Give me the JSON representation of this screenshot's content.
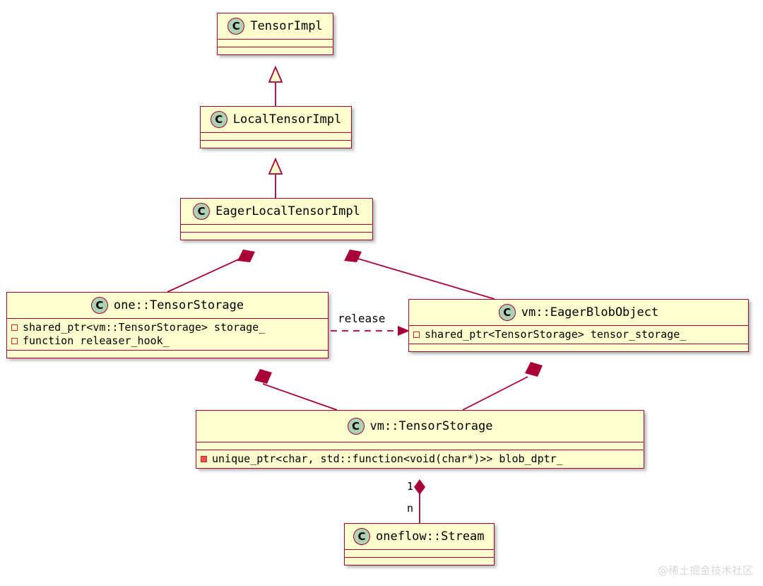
{
  "diagram": {
    "kind": "uml-class-diagram",
    "background": "#FFFFFF",
    "colors": {
      "box_fill": "#FEFECE",
      "box_border": "#A80036",
      "icon_fill": "#ADD1B2",
      "private_marker": "#C82930",
      "private_marker_filled": "#F24D5C",
      "watermark": "#D8D8D8"
    },
    "classes": [
      {
        "id": "tensor-impl",
        "stereotype": "C",
        "name": "TensorImpl",
        "attributes": [],
        "sections": 2
      },
      {
        "id": "local-tensor-impl",
        "stereotype": "C",
        "name": "LocalTensorImpl",
        "attributes": [],
        "sections": 2
      },
      {
        "id": "eager-local-tensor-impl",
        "stereotype": "C",
        "name": "EagerLocalTensorImpl",
        "attributes": [],
        "sections": 2
      },
      {
        "id": "one-tensor-storage",
        "stereotype": "C",
        "name": "one::TensorStorage",
        "attributes": [
          {
            "visibility": "private",
            "text": "shared_ptr<vm::TensorStorage> storage_"
          },
          {
            "visibility": "private",
            "text": "function releaser_hook_"
          }
        ],
        "sections": 2
      },
      {
        "id": "vm-eager-blob-object",
        "stereotype": "C",
        "name": "vm::EagerBlobObject",
        "attributes": [
          {
            "visibility": "private",
            "text": "shared_ptr<TensorStorage> tensor_storage_"
          }
        ],
        "sections": 2
      },
      {
        "id": "vm-tensor-storage",
        "stereotype": "C",
        "name": "vm::TensorStorage",
        "attributes": [
          {
            "visibility": "private-filled",
            "text": "unique_ptr<char, std::function<void(char*)>> blob_dptr_"
          }
        ],
        "sections": 2
      },
      {
        "id": "oneflow-stream",
        "stereotype": "C",
        "name": "oneflow::Stream",
        "attributes": [],
        "sections": 2
      }
    ],
    "relations": [
      {
        "id": "rel-inherit-1",
        "type": "inheritance",
        "from": "local-tensor-impl",
        "to": "tensor-impl",
        "label": ""
      },
      {
        "id": "rel-inherit-2",
        "type": "inheritance",
        "from": "eager-local-tensor-impl",
        "to": "local-tensor-impl",
        "label": ""
      },
      {
        "id": "rel-comp-1",
        "type": "composition",
        "from": "eager-local-tensor-impl",
        "to": "one-tensor-storage",
        "label": ""
      },
      {
        "id": "rel-comp-2",
        "type": "composition",
        "from": "eager-local-tensor-impl",
        "to": "vm-eager-blob-object",
        "label": ""
      },
      {
        "id": "rel-comp-3",
        "type": "composition",
        "from": "one-tensor-storage",
        "to": "vm-tensor-storage",
        "label": ""
      },
      {
        "id": "rel-comp-4",
        "type": "composition",
        "from": "vm-eager-blob-object",
        "to": "vm-tensor-storage",
        "label": ""
      },
      {
        "id": "rel-dep-release",
        "type": "dependency",
        "from": "one-tensor-storage",
        "to": "vm-eager-blob-object",
        "label": "release"
      },
      {
        "id": "rel-comp-5",
        "type": "composition",
        "from": "vm-tensor-storage",
        "to": "oneflow-stream",
        "label": "",
        "source_multiplicity": "1",
        "target_multiplicity": "n"
      }
    ],
    "labels": {
      "release": "release",
      "mult_one": "1",
      "mult_n": "n"
    },
    "watermark": "@稀土掘金技术社区"
  }
}
